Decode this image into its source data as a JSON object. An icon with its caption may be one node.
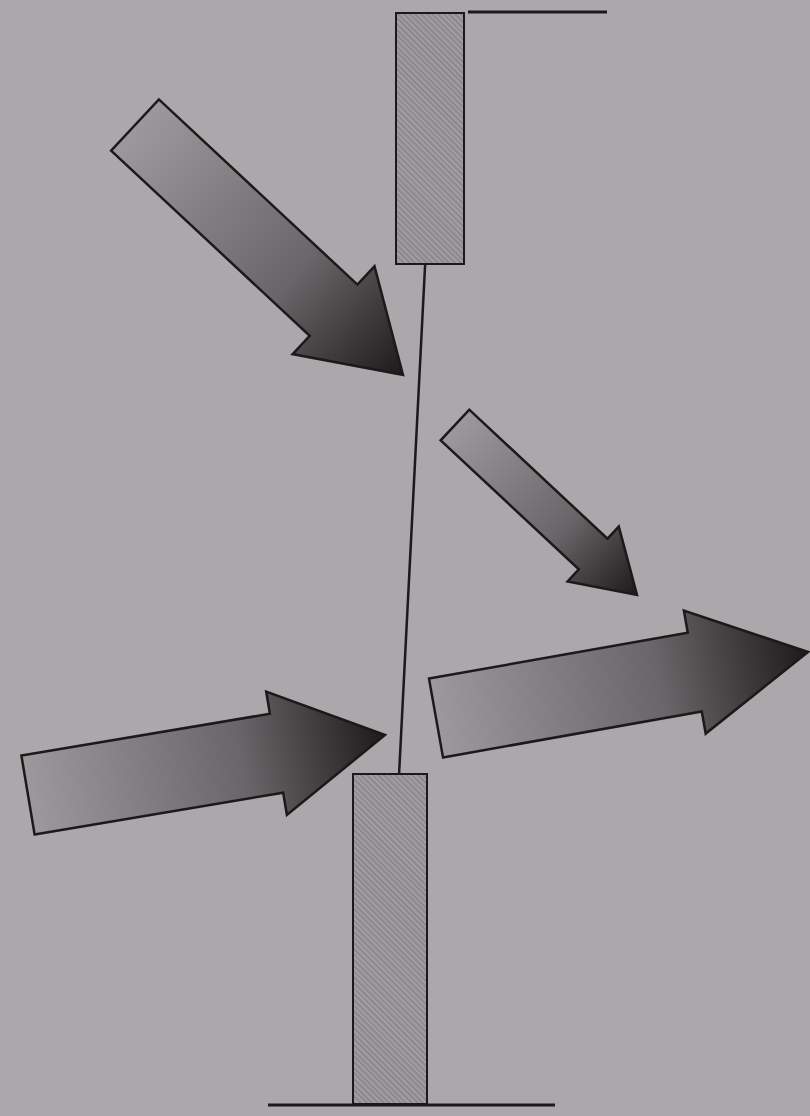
{
  "diagram": {
    "nodes": [
      {
        "text": [],
        "shape": "bar"
      },
      {
        "text": [],
        "shape": "bar"
      }
    ],
    "edges": [
      {
        "from": 0,
        "to": 1,
        "arrow": "none"
      }
    ]
  }
}
